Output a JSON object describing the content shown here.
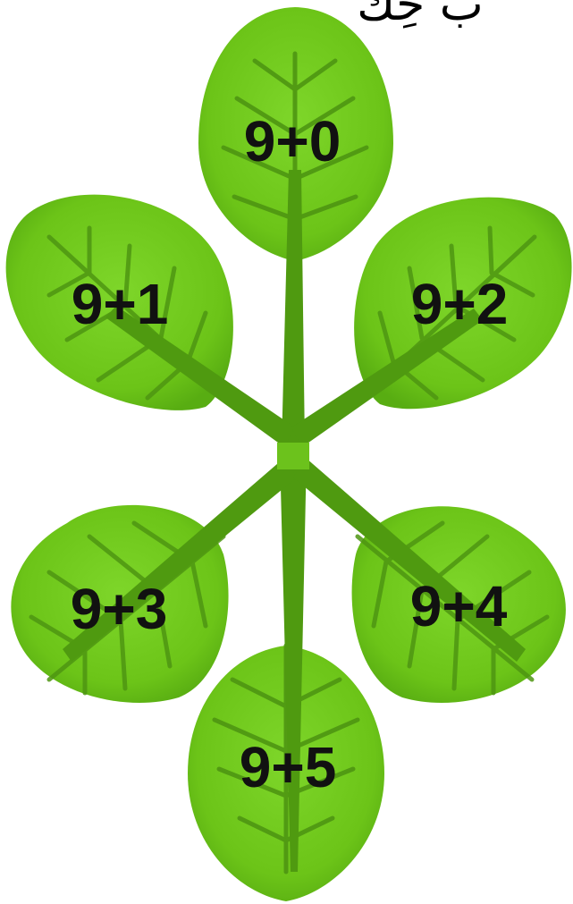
{
  "header": {
    "partial_text": "ب حِك"
  },
  "colors": {
    "leaf_light": "#72cc1a",
    "leaf_dark": "#4a9a12",
    "vein": "#4e9612",
    "stem": "#4f9a10",
    "label": "#111111"
  },
  "leaves": [
    {
      "label": "9+0"
    },
    {
      "label": "9+1"
    },
    {
      "label": "9+2"
    },
    {
      "label": "9+3"
    },
    {
      "label": "9+4"
    },
    {
      "label": "9+5"
    }
  ]
}
